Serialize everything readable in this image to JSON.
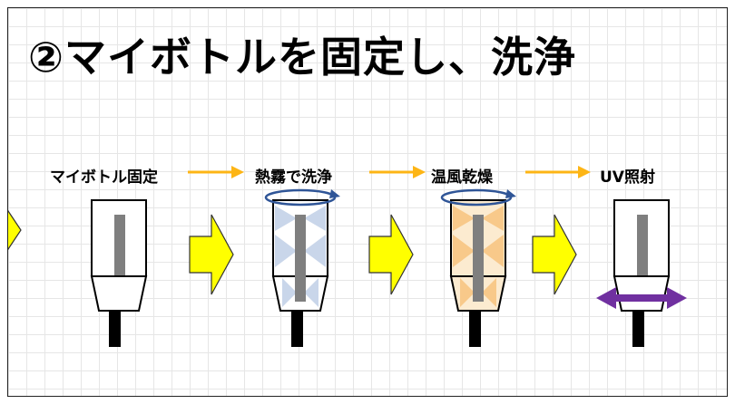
{
  "title": "②マイボトルを固定し、洗浄",
  "steps": [
    {
      "label": "マイボトル固定"
    },
    {
      "label": "熱霧で洗浄"
    },
    {
      "label": "温風乾燥"
    },
    {
      "label": "UV照射"
    }
  ],
  "colors": {
    "orange_arrow": "#FDB515",
    "yellow_arrow": "#FFFF00",
    "steam": "#C9D6EA",
    "warm_air": "#FAD9A8",
    "uv": "#7030A0",
    "swirl": "#2F5597"
  }
}
